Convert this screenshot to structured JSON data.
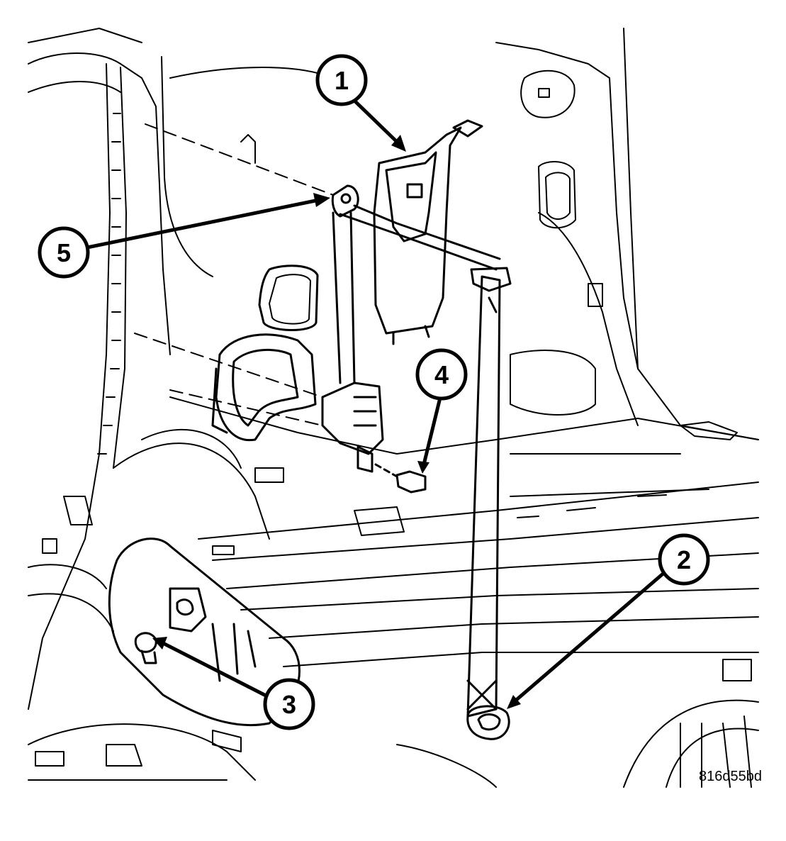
{
  "callouts": [
    {
      "id": "1",
      "label": "1"
    },
    {
      "id": "2",
      "label": "2"
    },
    {
      "id": "3",
      "label": "3"
    },
    {
      "id": "4",
      "label": "4"
    },
    {
      "id": "5",
      "label": "5"
    }
  ],
  "figure_id": "816d55bd",
  "colors": {
    "line": "#000000",
    "background": "#ffffff"
  }
}
